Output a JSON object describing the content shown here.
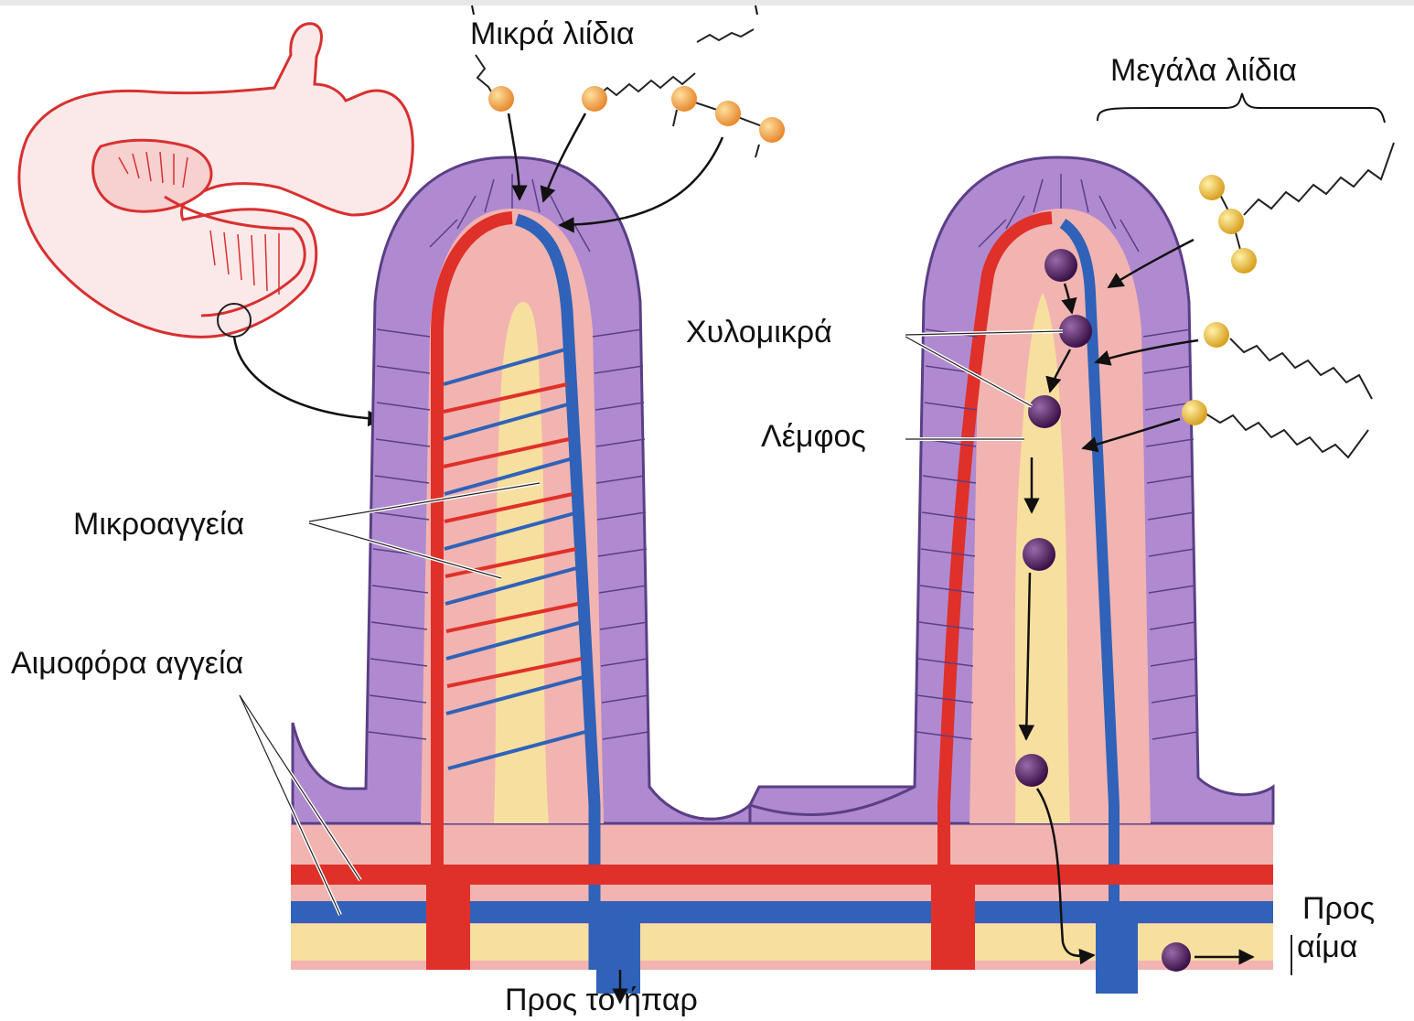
{
  "labels": {
    "small_lipids": "Μικρά λιίδια",
    "large_lipids": "Μεγάλα λιίδια",
    "chylomicrons": "Χυλομικρά",
    "lymph": "Λέμφος",
    "capillaries": "Μικροαγγεία",
    "blood_vessels": "Αιμοφόρα αγγεία",
    "to_liver": "Προς το ήπαρ",
    "to_blood_line1": "Προς",
    "to_blood_line2": "αίμα"
  },
  "colors": {
    "epithelium": "#b08ad0",
    "epithelium_cell_border": "#5a3f86",
    "lamina": "#f2b4b0",
    "artery": "#e0302a",
    "vein": "#2f62b8",
    "lacteal": "#f7dfa0",
    "lipid_small": "#f0a040",
    "lipid_large": "#f0c040",
    "chylomicron": "#4a1c58",
    "stomach_outline": "#d83030"
  }
}
